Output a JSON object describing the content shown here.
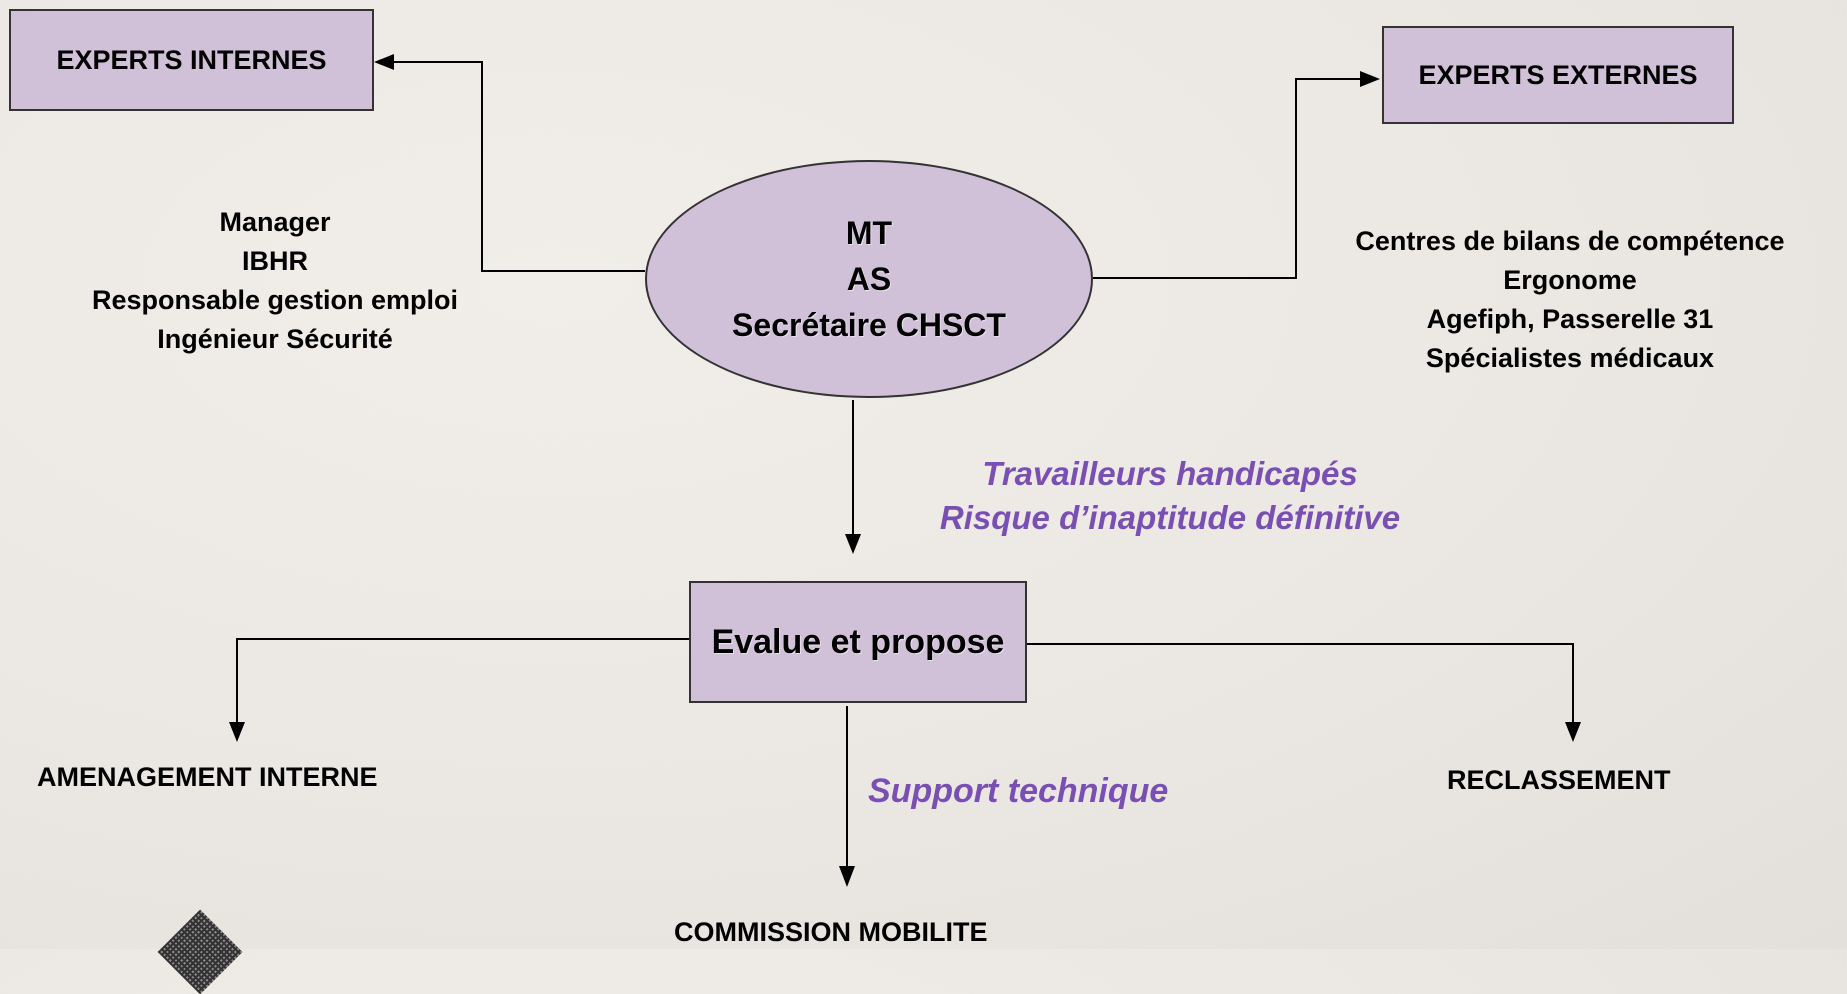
{
  "nodes": {
    "experts_internes": "EXPERTS INTERNES",
    "experts_externes": "EXPERTS EXTERNES",
    "center": [
      "MT",
      "AS",
      "Secrétaire CHSCT"
    ],
    "evalue": "Evalue et propose"
  },
  "internes_list": [
    "Manager",
    "IBHR",
    "Responsable gestion emploi",
    "Ingénieur Sécurité"
  ],
  "externes_list": [
    "Centres de bilans de compétence",
    "Ergonome",
    "Agefiph, Passerelle 31",
    "Spécialistes médicaux"
  ],
  "annotations": {
    "flow_line1": "Travailleurs handicapés",
    "flow_line2": "Risque d’inaptitude définitive",
    "support": "Support technique"
  },
  "outcomes": {
    "amenagement": "AMENAGEMENT INTERNE",
    "reclassement": "RECLASSEMENT",
    "commission": "COMMISSION MOBILITE"
  },
  "colors": {
    "box_fill": "#d0c0d8",
    "annotation": "#7a4fb3"
  },
  "icons": [
    "arrow-left-icon",
    "arrow-right-icon",
    "arrow-down-icon",
    "checkered-logo-icon"
  ]
}
